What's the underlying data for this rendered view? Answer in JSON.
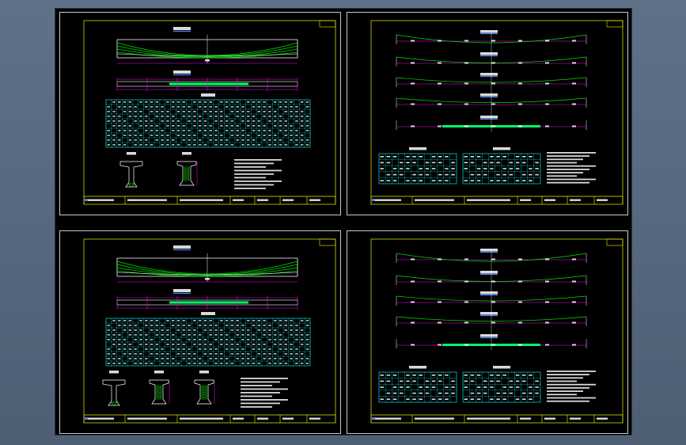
{
  "window": {
    "title": "",
    "background_color": "#56677d",
    "canvas_color": "#000000"
  },
  "colors": {
    "frame": "#c8c8c8",
    "inner_frame": "#f0f000",
    "dimension": "#ff00ff",
    "table_grid": "#00e0e0",
    "tendon": "#00e000",
    "strand": "#00ff66",
    "annotation": "#ffffff",
    "title_highlight": "#4d7cff"
  },
  "sheets": [
    {
      "id": "top-left",
      "type": "beam-elevation",
      "section_views": 2
    },
    {
      "id": "top-right",
      "type": "tendon-profiles",
      "profile_count": 5
    },
    {
      "id": "bottom-left",
      "type": "beam-elevation",
      "section_views": 3
    },
    {
      "id": "bottom-right",
      "type": "tendon-profiles",
      "profile_count": 5
    }
  ]
}
